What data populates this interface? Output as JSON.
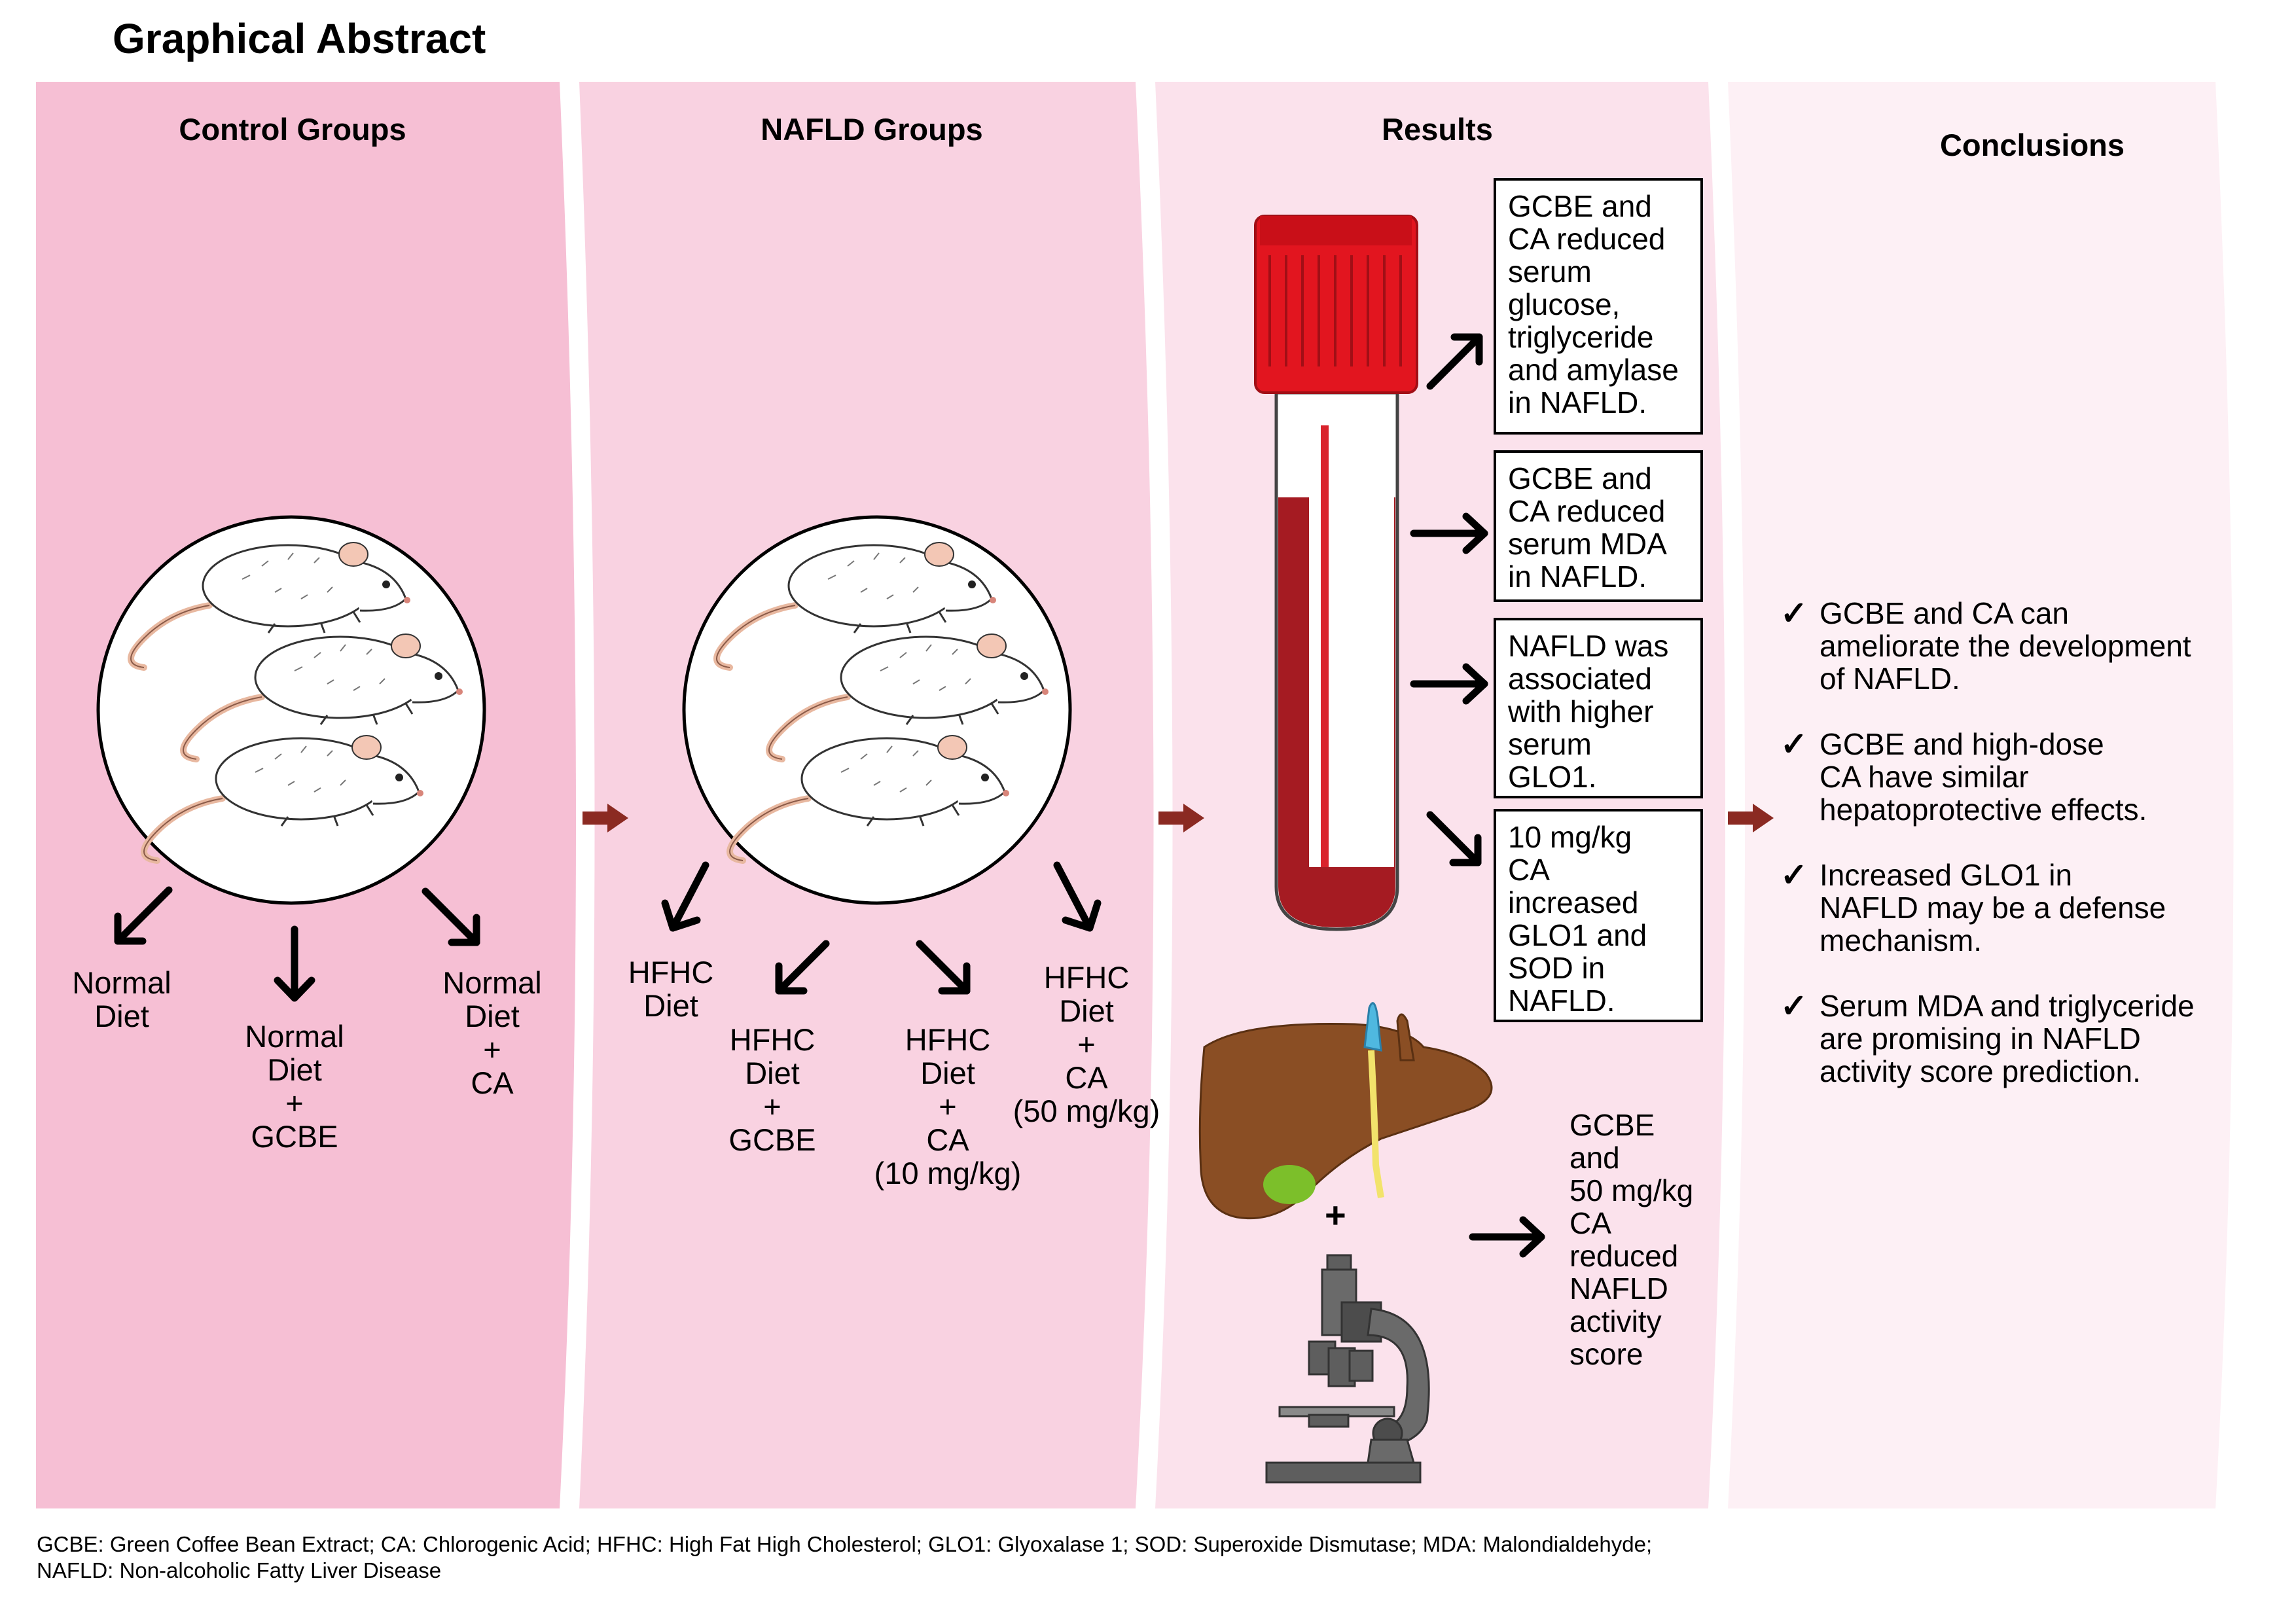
{
  "title": "Graphical Abstract",
  "sections": {
    "control": {
      "header": "Control Groups",
      "groups": [
        {
          "lines": [
            "Normal",
            "Diet"
          ]
        },
        {
          "lines": [
            "Normal",
            "Diet",
            "+",
            "GCBE"
          ]
        },
        {
          "lines": [
            "Normal",
            "Diet",
            "+",
            "CA"
          ]
        }
      ]
    },
    "nafld": {
      "header": "NAFLD Groups",
      "groups": [
        {
          "lines": [
            "HFHC",
            "Diet"
          ]
        },
        {
          "lines": [
            "HFHC",
            "Diet",
            "+",
            "GCBE"
          ]
        },
        {
          "lines": [
            "HFHC",
            "Diet",
            "+",
            "CA",
            "(10 mg/kg)"
          ]
        },
        {
          "lines": [
            "HFHC",
            "Diet",
            "+",
            "CA",
            "(50 mg/kg)"
          ]
        }
      ]
    },
    "results": {
      "header": "Results",
      "boxes": [
        {
          "lines": [
            "GCBE and",
            "CA reduced",
            "serum",
            "glucose,",
            "triglyceride",
            "and amylase",
            "in NAFLD."
          ]
        },
        {
          "lines": [
            "GCBE and",
            "CA reduced",
            "serum MDA",
            "in NAFLD."
          ]
        },
        {
          "lines": [
            "NAFLD was",
            "associated",
            "with higher",
            "serum",
            "GLO1."
          ]
        },
        {
          "lines": [
            "10 mg/kg",
            "CA",
            "increased",
            "GLO1 and",
            "SOD in",
            "NAFLD."
          ]
        }
      ],
      "plus": "+",
      "histology": {
        "lines": [
          "GCBE",
          "and",
          "50 mg/kg",
          "CA",
          "reduced",
          "NAFLD",
          "activity",
          "score"
        ]
      }
    },
    "conclusions": {
      "header": "Conclusions",
      "check_symbol": "✓",
      "items": [
        {
          "lines": [
            "GCBE and CA can",
            "ameliorate the development",
            "of NAFLD."
          ]
        },
        {
          "lines": [
            "GCBE and high-dose",
            "CA have similar",
            "hepatoprotective effects."
          ]
        },
        {
          "lines": [
            "Increased GLO1 in",
            "NAFLD may be a defense",
            "mechanism."
          ]
        },
        {
          "lines": [
            "Serum MDA and triglyceride",
            "are promising in NAFLD",
            "activity score prediction."
          ]
        }
      ]
    }
  },
  "footnote": {
    "lines": [
      "GCBE: Green Coffee Bean Extract; CA: Chlorogenic Acid; HFHC: High Fat High Cholesterol; GLO1: Glyoxalase 1; SOD: Superoxide Dismutase; MDA: Malondialdehyde;",
      "NAFLD: Non-alcoholic Fatty Liver Disease"
    ]
  },
  "colors": {
    "panel_control": "#f6bfd4",
    "panel_nafld": "#f9d2e1",
    "panel_results": "#fbe2ec",
    "panel_conclusions": "#fdf0f5",
    "arrow_between": "#8b2a22",
    "blood": "#a51b22",
    "cap": "#e2151f",
    "liver": "#8a4e24",
    "gallbladder": "#7cbf2a",
    "microscope": "#5e5e5e"
  }
}
